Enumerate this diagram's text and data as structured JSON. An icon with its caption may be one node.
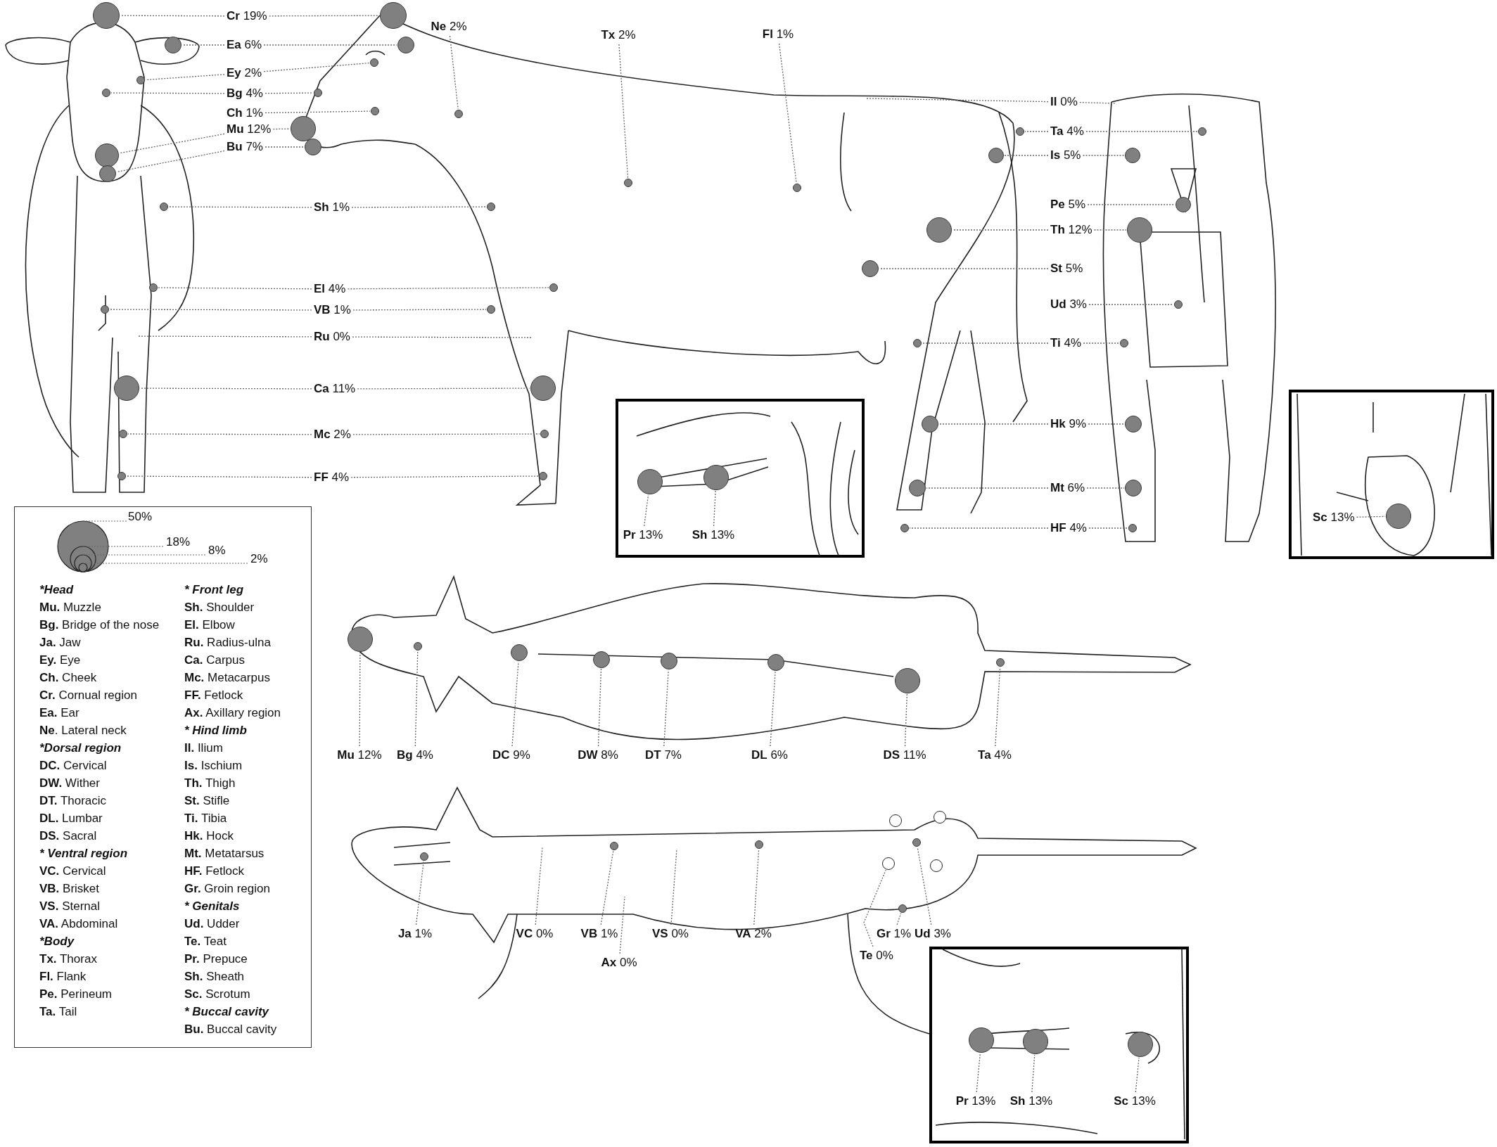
{
  "diagram": {
    "nodes": [
      {
        "text": [
          "**Cr** 19%"
        ]
      },
      {
        "text": [],
        "shape": "circle"
      },
      {
        "text": [],
        "shape": "circle"
      },
      {
        "text": [
          "**Ea** 6%"
        ]
      },
      {
        "text": [],
        "shape": "circle"
      },
      {
        "text": [],
        "shape": "circle"
      },
      {
        "text": [
          "**Ey** 2%"
        ]
      },
      {
        "text": [],
        "shape": "circle"
      },
      {
        "text": [],
        "shape": "circle"
      },
      {
        "text": [
          "**Bg** 4%"
        ]
      },
      {
        "text": [],
        "shape": "circle"
      },
      {
        "text": [],
        "shape": "circle"
      },
      {
        "text": [
          "**Ch** 1%"
        ]
      },
      {
        "text": [],
        "shape": "circle"
      },
      {
        "text": [
          "**Mu** 12%"
        ]
      },
      {
        "text": [],
        "shape": "circle"
      },
      {
        "text": [],
        "shape": "circle"
      },
      {
        "text": [
          "**Bu** 7%"
        ]
      },
      {
        "text": [],
        "shape": "circle"
      },
      {
        "text": [],
        "shape": "circle"
      },
      {
        "text": [
          "**Ne** 2%"
        ]
      },
      {
        "text": [],
        "shape": "circle"
      },
      {
        "text": [
          "**Tx** 2%"
        ]
      },
      {
        "text": [],
        "shape": "circle"
      },
      {
        "text": [
          "**Fl** 1%"
        ]
      },
      {
        "text": [],
        "shape": "circle"
      },
      {
        "text": [
          "**Sh** 1%"
        ]
      },
      {
        "text": [],
        "shape": "circle"
      },
      {
        "text": [],
        "shape": "circle"
      },
      {
        "text": [
          "**El** 4%"
        ]
      },
      {
        "text": [],
        "shape": "circle"
      },
      {
        "text": [],
        "shape": "circle"
      },
      {
        "text": [
          "**VB** 1%"
        ]
      },
      {
        "text": [],
        "shape": "circle"
      },
      {
        "text": [],
        "shape": "circle"
      },
      {
        "text": [
          "**Ru** 0%"
        ]
      },
      {
        "text": [
          "**Ca** 11%"
        ]
      },
      {
        "text": [],
        "shape": "circle"
      },
      {
        "text": [],
        "shape": "circle"
      },
      {
        "text": [
          "**Mc** 2%"
        ]
      },
      {
        "text": [],
        "shape": "circle"
      },
      {
        "text": [],
        "shape": "circle"
      },
      {
        "text": [
          "**FF** 4%"
        ]
      },
      {
        "text": [],
        "shape": "circle"
      },
      {
        "text": [],
        "shape": "circle"
      },
      {
        "text": [
          "**Il** 0%"
        ]
      },
      {
        "text": [
          "**Ta** 4%"
        ]
      },
      {
        "text": [],
        "shape": "circle"
      },
      {
        "text": [],
        "shape": "circle"
      },
      {
        "text": [
          "**Is** 5%"
        ]
      },
      {
        "text": [],
        "shape": "circle"
      },
      {
        "text": [],
        "shape": "circle"
      },
      {
        "text": [
          "**Pe** 5%"
        ]
      },
      {
        "text": [],
        "shape": "circle"
      },
      {
        "text": [
          "**Th** 12%"
        ]
      },
      {
        "text": [],
        "shape": "circle"
      },
      {
        "text": [],
        "shape": "circle"
      },
      {
        "text": [
          "**St** 5%"
        ]
      },
      {
        "text": [],
        "shape": "circle"
      },
      {
        "text": [
          "**Ud** 3%"
        ]
      },
      {
        "text": [],
        "shape": "circle"
      },
      {
        "text": [
          "**Ti** 4%"
        ]
      },
      {
        "text": [],
        "shape": "circle"
      },
      {
        "text": [],
        "shape": "circle"
      },
      {
        "text": [
          "**Hk** 9%"
        ]
      },
      {
        "text": [],
        "shape": "circle"
      },
      {
        "text": [],
        "shape": "circle"
      },
      {
        "text": [
          "**Mt** 6%"
        ]
      },
      {
        "text": [],
        "shape": "circle"
      },
      {
        "text": [],
        "shape": "circle"
      },
      {
        "text": [
          "**HF** 4%"
        ]
      },
      {
        "text": [],
        "shape": "circle"
      },
      {
        "text": [],
        "shape": "circle"
      },
      {
        "text": [],
        "shape": "box"
      },
      {
        "text": [
          "**Pr** 13%"
        ],
        "in": 73
      },
      {
        "text": [],
        "shape": "circle",
        "in": 73
      },
      {
        "text": [
          "**Sh** 13%"
        ],
        "in": 73
      },
      {
        "text": [],
        "shape": "circle",
        "in": 73
      },
      {
        "text": [],
        "shape": "box"
      },
      {
        "text": [
          "**Sc** 13%"
        ],
        "in": 78
      },
      {
        "text": [],
        "shape": "circle",
        "in": 78
      },
      {
        "text": [
          "**Mu** 12%"
        ]
      },
      {
        "text": [],
        "shape": "circle"
      },
      {
        "text": [
          "**Bg** 4%"
        ]
      },
      {
        "text": [],
        "shape": "circle"
      },
      {
        "text": [
          "**DC** 9%"
        ]
      },
      {
        "text": [],
        "shape": "circle"
      },
      {
        "text": [
          "**DW** 8%"
        ]
      },
      {
        "text": [],
        "shape": "circle"
      },
      {
        "text": [
          "**DT** 7%"
        ]
      },
      {
        "text": [],
        "shape": "circle"
      },
      {
        "text": [
          "**DL** 6%"
        ]
      },
      {
        "text": [],
        "shape": "circle"
      },
      {
        "text": [
          "**DS** 11%"
        ]
      },
      {
        "text": [],
        "shape": "circle"
      },
      {
        "text": [
          "**Ta** 4%"
        ]
      },
      {
        "text": [],
        "shape": "circle"
      },
      {
        "text": [
          "**Ja** 1%"
        ]
      },
      {
        "text": [],
        "shape": "circle"
      },
      {
        "text": [
          "**VC** 0%"
        ]
      },
      {
        "text": [
          "**VB** 1%"
        ]
      },
      {
        "text": [],
        "shape": "circle"
      },
      {
        "text": [
          "**Ax** 0%"
        ]
      },
      {
        "text": [
          "**VS** 0%"
        ]
      },
      {
        "text": [
          "**VA** 2%"
        ]
      },
      {
        "text": [],
        "shape": "circle"
      },
      {
        "text": [],
        "shape": "circle"
      },
      {
        "text": [],
        "shape": "circle"
      },
      {
        "text": [],
        "shape": "circle"
      },
      {
        "text": [],
        "shape": "circle"
      },
      {
        "text": [
          "**Gr** 1%"
        ]
      },
      {
        "text": [],
        "shape": "circle"
      },
      {
        "text": [
          "**Ud** 3%"
        ]
      },
      {
        "text": [],
        "shape": "circle"
      },
      {
        "text": [
          "**Te** 0%"
        ]
      },
      {
        "text": [],
        "shape": "box"
      },
      {
        "text": [
          "**Pr** 13%"
        ],
        "in": 115
      },
      {
        "text": [],
        "shape": "circle",
        "in": 115
      },
      {
        "text": [
          "**Sh** 13%"
        ],
        "in": 115
      },
      {
        "text": [],
        "shape": "circle",
        "in": 115
      },
      {
        "text": [
          "**Sc** 13%"
        ],
        "in": 115
      },
      {
        "text": [],
        "shape": "circle",
        "in": 115
      }
    ],
    "edges": [
      {
        "from": 0,
        "to": 1,
        "arrow": "none",
        "style": "dashed"
      },
      {
        "from": 0,
        "to": 2,
        "arrow": "none",
        "style": "dashed"
      },
      {
        "from": 3,
        "to": 4,
        "arrow": "none",
        "style": "dashed"
      },
      {
        "from": 3,
        "to": 5,
        "arrow": "none",
        "style": "dashed"
      },
      {
        "from": 6,
        "to": 7,
        "arrow": "none",
        "style": "dashed"
      },
      {
        "from": 6,
        "to": 8,
        "arrow": "none",
        "style": "dashed"
      },
      {
        "from": 9,
        "to": 10,
        "arrow": "none",
        "style": "dashed"
      },
      {
        "from": 9,
        "to": 11,
        "arrow": "none",
        "style": "dashed"
      },
      {
        "from": 12,
        "to": 13,
        "arrow": "none",
        "style": "dashed"
      },
      {
        "from": 14,
        "to": 15,
        "arrow": "none",
        "style": "dashed"
      },
      {
        "from": 14,
        "to": 16,
        "arrow": "none",
        "style": "dashed"
      },
      {
        "from": 17,
        "to": 18,
        "arrow": "none",
        "style": "dashed"
      },
      {
        "from": 17,
        "to": 19,
        "arrow": "none",
        "style": "dashed"
      },
      {
        "from": 20,
        "to": 21,
        "arrow": "none",
        "style": "dashed"
      },
      {
        "from": 22,
        "to": 23,
        "arrow": "none",
        "style": "dashed"
      },
      {
        "from": 24,
        "to": 25,
        "arrow": "none",
        "style": "dashed"
      },
      {
        "from": 26,
        "to": 27,
        "arrow": "none",
        "style": "dashed"
      },
      {
        "from": 26,
        "to": 28,
        "arrow": "none",
        "style": "dashed"
      },
      {
        "from": 29,
        "to": 30,
        "arrow": "none",
        "style": "dashed"
      },
      {
        "from": 29,
        "to": 31,
        "arrow": "none",
        "style": "dashed"
      },
      {
        "from": 32,
        "to": 33,
        "arrow": "none",
        "style": "dashed"
      },
      {
        "from": 32,
        "to": 34,
        "arrow": "none",
        "style": "dashed"
      },
      {
        "from": 35,
        "to": null,
        "arrow": "none",
        "style": "dashed"
      },
      {
        "from": 35,
        "to": null,
        "arrow": "none",
        "style": "dashed"
      },
      {
        "from": 36,
        "to": 37,
        "arrow": "none",
        "style": "dashed"
      },
      {
        "from": 36,
        "to": 38,
        "arrow": "none",
        "style": "dashed"
      },
      {
        "from": 39,
        "to": 40,
        "arrow": "none",
        "style": "dashed"
      },
      {
        "from": 39,
        "to": 41,
        "arrow": "none",
        "style": "dashed"
      },
      {
        "from": 42,
        "to": 43,
        "arrow": "none",
        "style": "dashed"
      },
      {
        "from": 42,
        "to": 44,
        "arrow": "none",
        "style": "dashed"
      },
      {
        "from": 45,
        "to": null,
        "arrow": "none",
        "style": "dashed"
      },
      {
        "from": 45,
        "to": null,
        "arrow": "none",
        "style": "dashed"
      },
      {
        "from": 46,
        "to": 47,
        "arrow": "none",
        "style": "dashed"
      },
      {
        "from": 46,
        "to": 48,
        "arrow": "none",
        "style": "dashed"
      },
      {
        "from": 49,
        "to": 50,
        "arrow": "none",
        "style": "dashed"
      },
      {
        "from": 49,
        "to": 51,
        "arrow": "none",
        "style": "dashed"
      },
      {
        "from": 52,
        "to": 53,
        "arrow": "none",
        "style": "dashed"
      },
      {
        "from": 54,
        "to": 55,
        "arrow": "none",
        "style": "dashed"
      },
      {
        "from": 54,
        "to": 56,
        "arrow": "none",
        "style": "dashed"
      },
      {
        "from": 57,
        "to": 58,
        "arrow": "none",
        "style": "dashed"
      },
      {
        "from": 59,
        "to": 60,
        "arrow": "none",
        "style": "dashed"
      },
      {
        "from": 61,
        "to": 62,
        "arrow": "none",
        "style": "dashed"
      },
      {
        "from": 61,
        "to": 63,
        "arrow": "none",
        "style": "dashed"
      },
      {
        "from": 64,
        "to": 65,
        "arrow": "none",
        "style": "dashed"
      },
      {
        "from": 64,
        "to": 66,
        "arrow": "none",
        "style": "dashed"
      },
      {
        "from": 67,
        "to": 68,
        "arrow": "none",
        "style": "dashed"
      },
      {
        "from": 67,
        "to": 69,
        "arrow": "none",
        "style": "dashed"
      },
      {
        "from": 70,
        "to": 71,
        "arrow": "none",
        "style": "dashed"
      },
      {
        "from": 70,
        "to": 72,
        "arrow": "none",
        "style": "dashed"
      },
      {
        "from": 74,
        "to": 75,
        "arrow": "none",
        "style": "dashed"
      },
      {
        "from": 76,
        "to": 77,
        "arrow": "none",
        "style": "dashed"
      },
      {
        "from": 79,
        "to": 80,
        "arrow": "none",
        "style": "dashed"
      },
      {
        "from": 81,
        "to": 82,
        "arrow": "none",
        "style": "dashed"
      },
      {
        "from": 83,
        "to": 84,
        "arrow": "none",
        "style": "dashed"
      },
      {
        "from": 85,
        "to": 86,
        "arrow": "none",
        "style": "dashed"
      },
      {
        "from": 87,
        "to": 88,
        "arrow": "none",
        "style": "dashed"
      },
      {
        "from": 89,
        "to": 90,
        "arrow": "none",
        "style": "dashed"
      },
      {
        "from": 91,
        "to": 92,
        "arrow": "none",
        "style": "dashed"
      },
      {
        "from": 93,
        "to": 94,
        "arrow": "none",
        "style": "dashed"
      },
      {
        "from": 95,
        "to": 96,
        "arrow": "none",
        "style": "dashed"
      },
      {
        "from": 97,
        "to": 98,
        "arrow": "none",
        "style": "dashed"
      },
      {
        "from": 99,
        "to": null,
        "arrow": "none",
        "style": "dashed"
      },
      {
        "from": 100,
        "to": 101,
        "arrow": "none",
        "style": "dashed"
      },
      {
        "from": 102,
        "to": null,
        "arrow": "none",
        "style": "dashed"
      },
      {
        "from": 103,
        "to": null,
        "arrow": "none",
        "style": "dashed"
      },
      {
        "from": 104,
        "to": 105,
        "arrow": "none",
        "style": "dashed"
      },
      {
        "from": 110,
        "to": 111,
        "arrow": "none",
        "style": "dashed"
      },
      {
        "from": 112,
        "to": 113,
        "arrow": "none",
        "style": "dashed"
      },
      {
        "from": 114,
        "to": 108,
        "arrow": "none",
        "style": "dashed"
      },
      {
        "from": 116,
        "to": 117,
        "arrow": "none",
        "style": "dashed"
      },
      {
        "from": 118,
        "to": 119,
        "arrow": "none",
        "style": "dashed"
      },
      {
        "from": 120,
        "to": 121,
        "arrow": "none",
        "style": "dashed"
      }
    ],
    "labels": [
      "*Head",
      "**Mu.** Muzzle",
      "**Bg.** Bridge of the nose",
      "**Ja.** Jaw",
      "**Ey.** Eye",
      "**Ch.** Cheek",
      "**Cr.** Cornual region",
      "**Ea.** Ear",
      "**Ne**. Lateral neck",
      "*Dorsal region",
      "**DC.** Cervical",
      "**DW.** Wither",
      "**DT.** Thoracic",
      "**DL.** Lumbar",
      "**DS.** Sacral",
      "* Ventral region",
      "**VC.** Cervical",
      "**VB.** Brisket",
      "**VS.** Sternal",
      "**VA.** Abdominal",
      "*Body",
      "**Tx.** Thorax",
      "**Fl.** Flank",
      "**Pe.** Perineum",
      "**Ta.** Tail",
      "* Front leg",
      "**Sh.** Shoulder",
      "**El.** Elbow",
      "**Ru.** Radius-ulna",
      "**Ca.** Carpus",
      "**Mc.** Metacarpus",
      "**FF.** Fetlock",
      "**Ax.** Axillary region",
      "* Hind limb",
      "**Il.** Ilium",
      "**Is.** Ischium",
      "**Th.** Thigh",
      "**St.** Stifle",
      "**Ti.** Tibia",
      "**Hk.** Hock",
      "**Mt.** Metatarsus",
      "**HF.** Fetlock",
      "**Gr.** Groin region",
      "* Genitals",
      "**Ud.** Udder",
      "**Te.** Teat",
      "**Pr.** Prepuce",
      "**Sh.** Sheath",
      "**Sc.** Scrotum",
      "* Buccal cavity",
      "**Bu.** Buccal cavity"
    ],
    "legend": [
      {
        "text": "50%"
      },
      {
        "text": "18%"
      },
      {
        "text": "8%"
      },
      {
        "text": "2%"
      }
    ]
  }
}
